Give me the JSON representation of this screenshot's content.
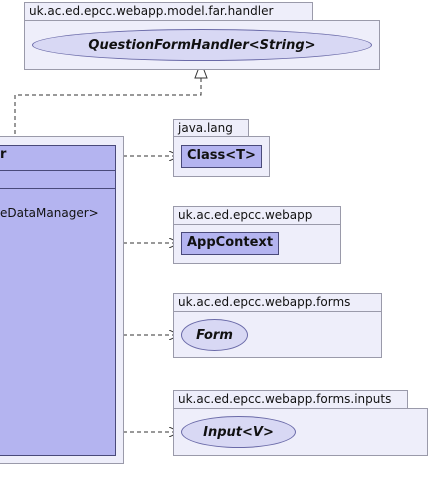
{
  "packages": {
    "handler": {
      "name": "uk.ac.ed.epcc.webapp.model.far.handler",
      "interface": "QuestionFormHandler<String>"
    },
    "java_lang": {
      "name": "java.lang",
      "class": "Class<T>"
    },
    "webapp": {
      "name": "uk.ac.ed.epcc.webapp",
      "class": "AppContext"
    },
    "forms": {
      "name": "uk.ac.ed.epcc.webapp.forms",
      "interface": "Form"
    },
    "inputs": {
      "name": "uk.ac.ed.epcc.webapp.forms.inputs",
      "interface": "Input<V>"
    }
  },
  "main_class": {
    "name_fragment": "r",
    "member_fragment": "eDataManager>"
  },
  "colors": {
    "package_fill": "#eeeefa",
    "class_fill": "#b4b4f0",
    "interface_fill": "#d8d8f4",
    "edge": "#333333"
  }
}
